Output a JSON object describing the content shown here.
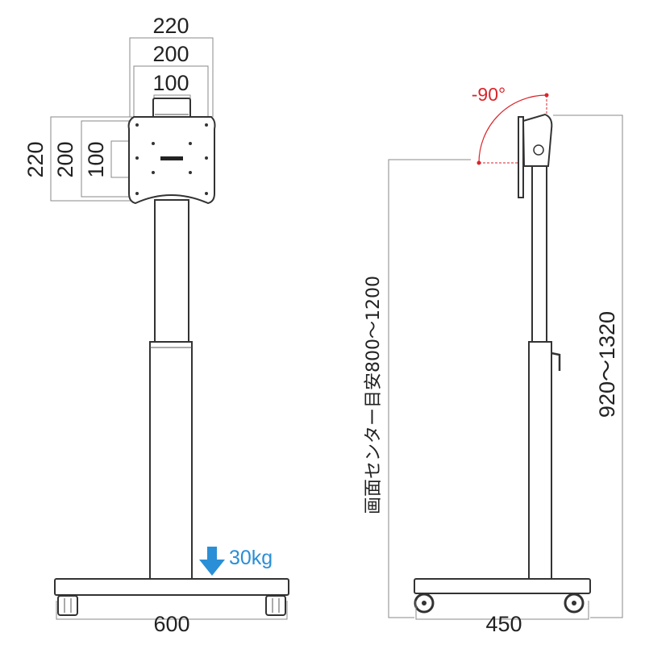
{
  "front": {
    "top_dims": [
      "220",
      "200",
      "100"
    ],
    "side_dims": [
      "220",
      "200",
      "100"
    ],
    "base_width": "600",
    "load": "30kg"
  },
  "side": {
    "tilt": "-90°",
    "center_height": "画面センター目安800～1200",
    "total_height": "920～1320",
    "base_depth": "450"
  },
  "colors": {
    "accent_red": "#d9252b",
    "arrow_blue": "#2a8fd6",
    "line": "#333333"
  }
}
